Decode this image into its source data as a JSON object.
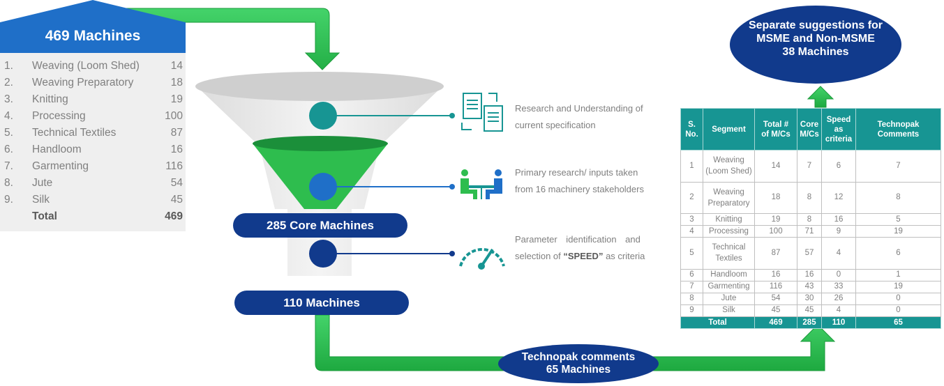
{
  "left_panel": {
    "title": "469 Machines",
    "items": [
      {
        "num": "1.",
        "label": "Weaving (Loom Shed)",
        "value": "14"
      },
      {
        "num": "2.",
        "label": "Weaving Preparatory",
        "value": "18"
      },
      {
        "num": "3.",
        "label": "Knitting",
        "value": "19"
      },
      {
        "num": "4.",
        "label": "Processing",
        "value": "100"
      },
      {
        "num": "5.",
        "label": "Technical Textiles",
        "value": "87"
      },
      {
        "num": "6.",
        "label": "Handloom",
        "value": "16"
      },
      {
        "num": "7.",
        "label": "Garmenting",
        "value": "116"
      },
      {
        "num": "8.",
        "label": "Jute",
        "value": "54"
      },
      {
        "num": "9.",
        "label": "Silk",
        "value": "45"
      }
    ],
    "total_label": "Total",
    "total_value": "469"
  },
  "funnel": {
    "core_label": "285 Core Machines",
    "bottom_label": "110 Machines"
  },
  "steps": [
    {
      "icon": "documents-icon",
      "line1": "Research and Understanding of",
      "line2": "current specification"
    },
    {
      "icon": "meeting-icon",
      "line1": "Primary research/ inputs taken",
      "line2": "from 16 machinery stakeholders"
    },
    {
      "icon": "speedometer-icon",
      "line1": "Parameter identification and",
      "line2_pre": "selection of ",
      "line2_bold": "“SPEED”",
      "line2_post": " as criteria"
    }
  ],
  "suggestion_oval": {
    "line1": "Separate suggestions for",
    "line2": "MSME and Non-MSME",
    "line3": "38 Machines"
  },
  "comments_oval": {
    "line1": "Technopak comments",
    "line2": "65 Machines"
  },
  "table": {
    "headers": {
      "sno_1": "S.",
      "sno_2": "No.",
      "segment": "Segment",
      "total_1": "Total #",
      "total_2": "of M/Cs",
      "core_1": "Core",
      "core_2": "M/Cs",
      "speed_1": "Speed",
      "speed_2": "as",
      "speed_3": "criteria",
      "comments_1": "Technopak",
      "comments_2": "Comments"
    },
    "rows": [
      {
        "sno": "1",
        "seg1": "Weaving",
        "seg2": "(Loom Shed)",
        "total": "14",
        "core": "7",
        "speed": "6",
        "comments": "7"
      },
      {
        "sno": "2",
        "seg1": "Weaving",
        "seg2": "Preparatory",
        "total": "18",
        "core": "8",
        "speed": "12",
        "comments": "8"
      },
      {
        "sno": "3",
        "seg1": "Knitting",
        "seg2": "",
        "total": "19",
        "core": "8",
        "speed": "16",
        "comments": "5"
      },
      {
        "sno": "4",
        "seg1": "Processing",
        "seg2": "",
        "total": "100",
        "core": "71",
        "speed": "9",
        "comments": "19"
      },
      {
        "sno": "5",
        "seg1": "Technical",
        "seg2": "Textiles",
        "total": "87",
        "core": "57",
        "speed": "4",
        "comments": "6"
      },
      {
        "sno": "6",
        "seg1": "Handloom",
        "seg2": "",
        "total": "16",
        "core": "16",
        "speed": "0",
        "comments": "1"
      },
      {
        "sno": "7",
        "seg1": "Garmenting",
        "seg2": "",
        "total": "116",
        "core": "43",
        "speed": "33",
        "comments": "19"
      },
      {
        "sno": "8",
        "seg1": "Jute",
        "seg2": "",
        "total": "54",
        "core": "30",
        "speed": "26",
        "comments": "0"
      },
      {
        "sno": "9",
        "seg1": "Silk",
        "seg2": "",
        "total": "45",
        "core": "45",
        "speed": "4",
        "comments": "0"
      }
    ],
    "totals": {
      "label": "Total",
      "total": "469",
      "core": "285",
      "speed": "110",
      "comments": "65"
    }
  },
  "colors": {
    "navy": "#113a8c",
    "blue_header": "#1f6fc8",
    "teal": "#179593",
    "green_arrow": "#2ebd4e",
    "funnel_green": "#2ebd4e",
    "grey_text": "#7f7f7f"
  }
}
